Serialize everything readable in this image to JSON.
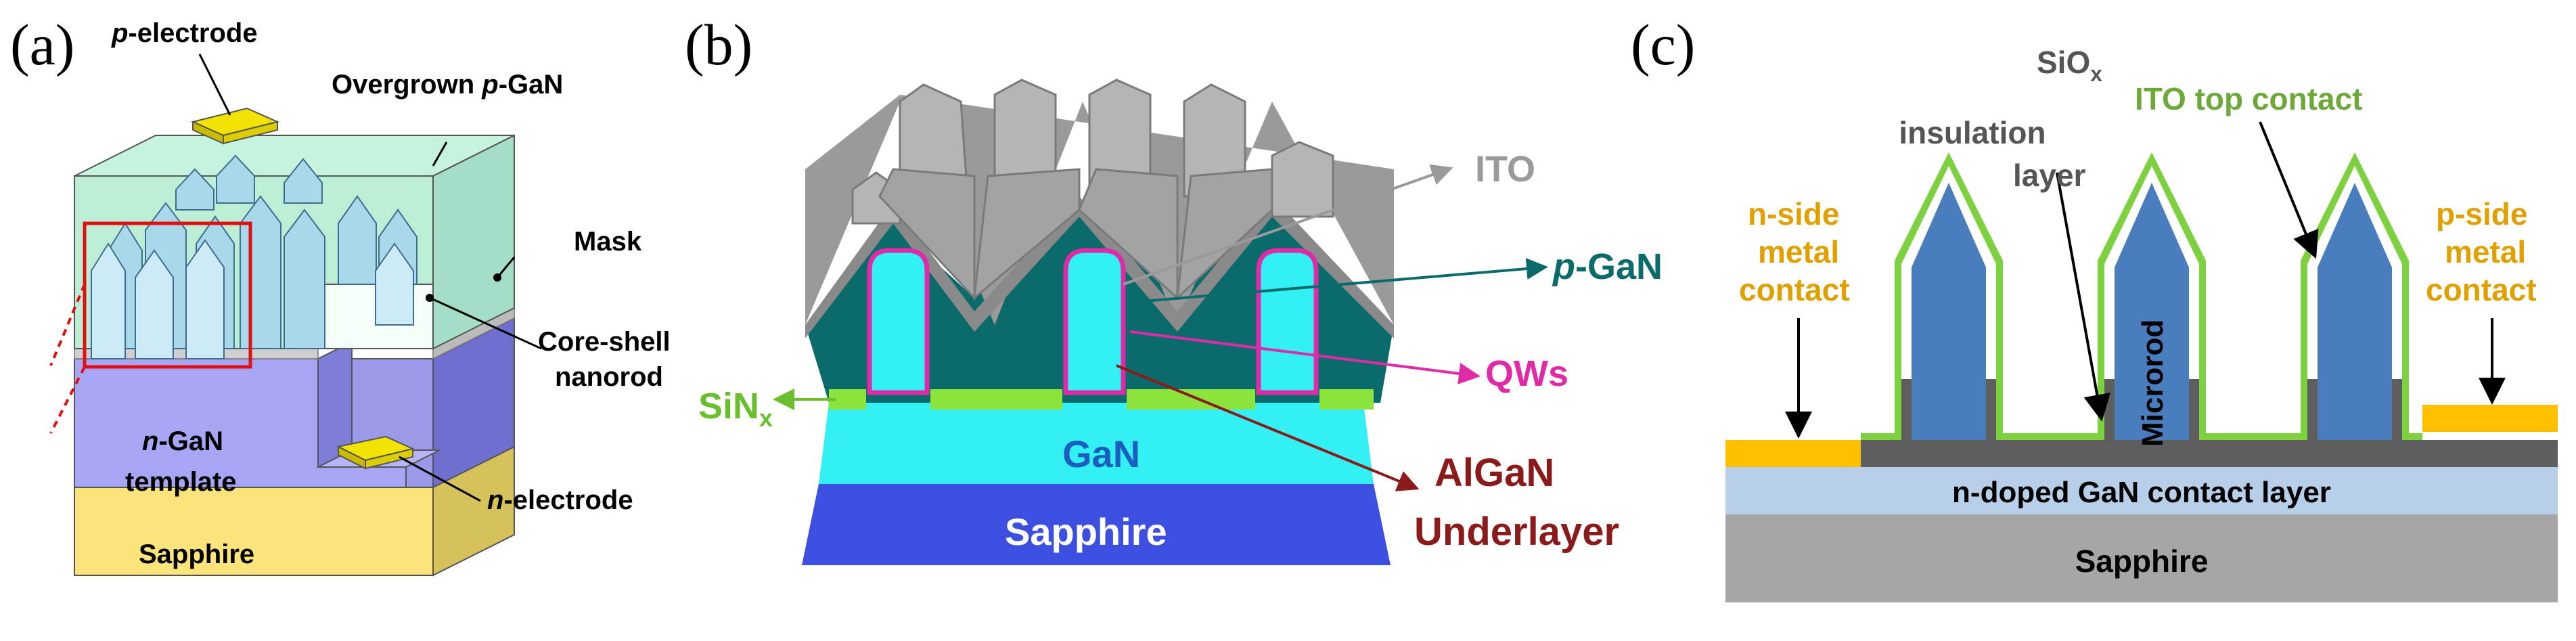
{
  "panels": {
    "a": {
      "tag": "(a)",
      "labels": {
        "p_electrode": "p-electrode",
        "p_electrode_italic": "p",
        "p_electrode_rest": "-electrode",
        "overgrown": "Overgrown p-GaN",
        "overgrown_a": "Overgrown ",
        "overgrown_italic": "p",
        "overgrown_b": "-GaN",
        "mask": "Mask",
        "core_shell_1": "Core-shell",
        "core_shell_2": "nanorod",
        "ngan_1": "n-GaN",
        "ngan_italic": "n",
        "ngan_rest": "-GaN",
        "ngan_2": "template",
        "n_electrode": "n-electrode",
        "n_electrode_italic": "n",
        "n_electrode_rest": "-electrode",
        "sapphire": "Sapphire"
      }
    },
    "b": {
      "tag": "(b)",
      "labels": {
        "ito": "ITO",
        "pgan": "p-GaN",
        "pgan_italic": "p",
        "pgan_rest": "-GaN",
        "qws": "QWs",
        "sinx_main": "SiN",
        "sinx_sub": "x",
        "gan": "GaN",
        "algan_1": "AlGaN",
        "algan_2": "Underlayer",
        "sapphire": "Sapphire"
      }
    },
    "c": {
      "tag": "(c)",
      "labels": {
        "siox_main": "SiO",
        "siox_sub": "x",
        "siox_2": "insulation",
        "siox_3": "layer",
        "ito_top": "ITO top contact",
        "nside_1": "n-side",
        "nside_2": "metal",
        "nside_3": "contact",
        "pside_1": "p-side",
        "pside_2": "metal",
        "pside_3": "contact",
        "microrod": "Microrod",
        "ndoped": "n-doped GaN contact layer",
        "sapphire": "Sapphire"
      }
    }
  },
  "colors": {
    "sapphire_a": "#FBE57A",
    "ngan_a": "#A6A6F5",
    "overgrown_a": "#A5E8C8",
    "nanorod_a": "#A9D8EA",
    "electrode": "#F2E200",
    "sapphire_b": "#3D4FE0",
    "gan_b": "#33F0F5",
    "pgan_b": "#0B6B6B",
    "ito_b": "#9A9A9A",
    "qw_b": "#E02AA8",
    "sinx_b": "#8BE33C",
    "label_teal": "#0B6B6B",
    "label_magenta": "#E02AA8",
    "label_darkred": "#8B1A1A",
    "label_green": "#6BBF2E",
    "label_grey": "#9A9A9A",
    "sapphire_c": "#A6A6A6",
    "ndoped_c": "#B7CFE8",
    "microrod_c": "#4A7DBE",
    "ito_c": "#7DD13F",
    "siox_c": "#5E5E5E",
    "metal_c": "#FFC000",
    "label_gold": "#E0A000",
    "label_ito_c": "#6FA83A"
  }
}
